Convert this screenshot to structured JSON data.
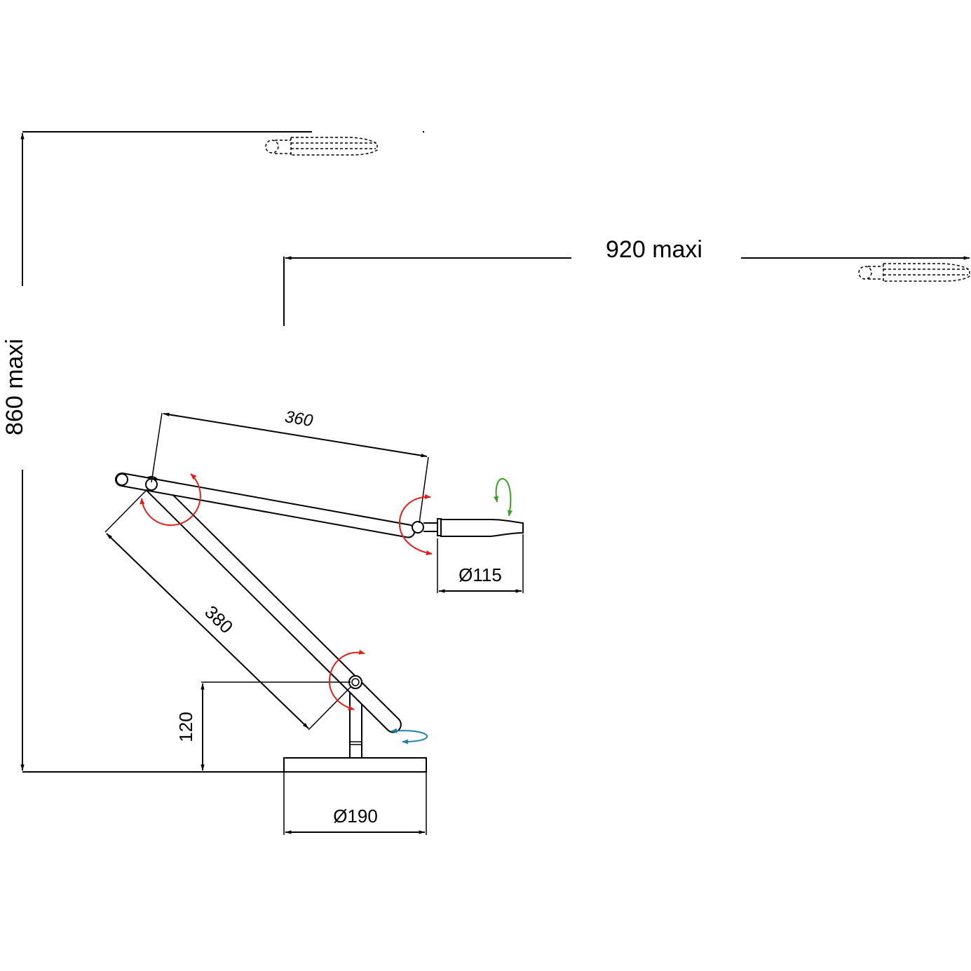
{
  "dimensions": {
    "height_max": "860 maxi",
    "reach_max": "920 maxi",
    "upper_arm": "360",
    "lower_arm": "380",
    "head_diameter": "Ø115",
    "base_height": "120",
    "base_diameter": "Ø190"
  },
  "colors": {
    "line": "#000000",
    "rotation_arrow_joint": "#e0201a",
    "rotation_arrow_head": "#3aa022",
    "rotation_arrow_base": "#1f7fa8"
  },
  "icons": {
    "joint_rotation": "curved-double-arrow-icon",
    "head_tilt": "curved-double-arrow-icon",
    "base_swivel": "curved-double-arrow-icon"
  }
}
